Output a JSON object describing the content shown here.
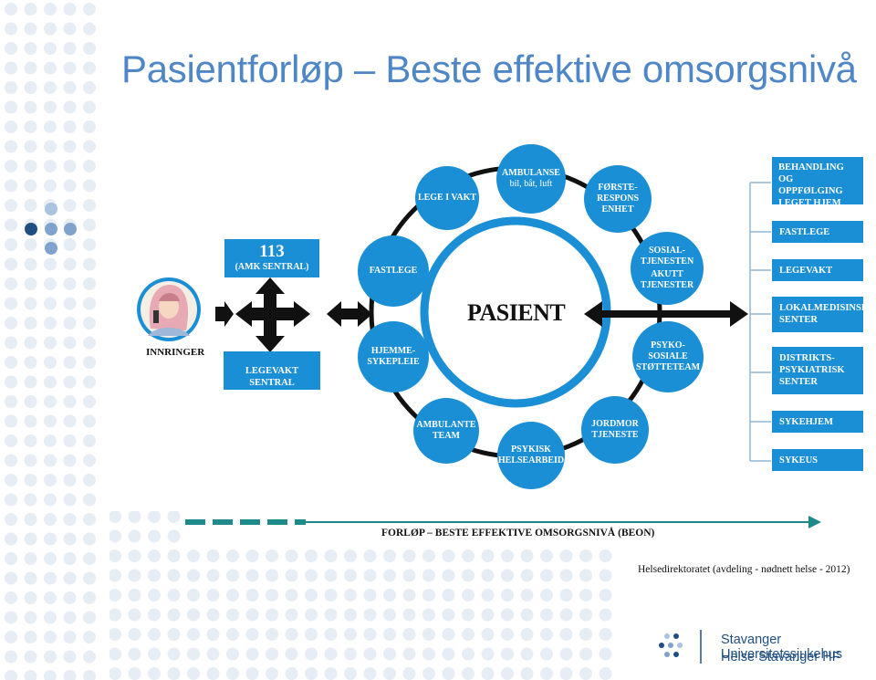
{
  "title": "Pasientforløp – Beste effektive omsorgsnivå",
  "caller_label": "INNRINGER",
  "box_113": {
    "number": "113",
    "sub": "(AMK SENTRAL)"
  },
  "box_legevakt_sentral": "LEGEVAKT SENTRAL",
  "patient_label": "PASIENT",
  "ring_nodes": {
    "ambulanse": {
      "line1": "AMBULANSE",
      "line2": "bil, båt, luft"
    },
    "lege_i_vakt": "LEGE I VAKT",
    "forste_respons": [
      "FØRSTE-",
      "RESPONS",
      "ENHET"
    ],
    "sosial": [
      "SOSIAL-",
      "TJENESTEN",
      "AKUTT",
      "TJENESTER"
    ],
    "psykososiale": [
      "PSYKO-",
      "SOSIALE",
      "STØTTETEAM"
    ],
    "jordmor": [
      "JORDMOR",
      "TJENESTE"
    ],
    "psykisk": [
      "PSYKISK",
      "HELSEARBEID"
    ],
    "ambulante": [
      "AMBULANTE",
      "TEAM"
    ],
    "hjemmesykepleie": [
      "HJEMME-",
      "SYKEPLEIE"
    ],
    "fastlege": "FASTLEGE"
  },
  "right_boxes": [
    [
      "BEHANDLING OG",
      "OPPFØLGING",
      "I EGET HJEM"
    ],
    [
      "FASTLEGE"
    ],
    [
      "LEGEVAKT"
    ],
    [
      "LOKALMEDISINSK",
      "SENTER"
    ],
    [
      "DISTRIKTS-",
      "PSYKIATRISK",
      "SENTER"
    ],
    [
      "SYKEHJEM"
    ],
    [
      "SYKEUS"
    ]
  ],
  "flow_label": "FORLØP – BESTE EFFEKTIVE OMSORGSNIVÅ (BEON)",
  "source": "Helsedirektoratet (avdeling - nødnett helse - 2012)",
  "logo": {
    "line1": "Stavanger Universitetssjukehus",
    "line2": "Helse Stavanger HF"
  },
  "colors": {
    "blue": "#1b8fd6",
    "title": "#4f86c6",
    "arrow": "#1e8a8a",
    "logo": "#1f4f82"
  }
}
